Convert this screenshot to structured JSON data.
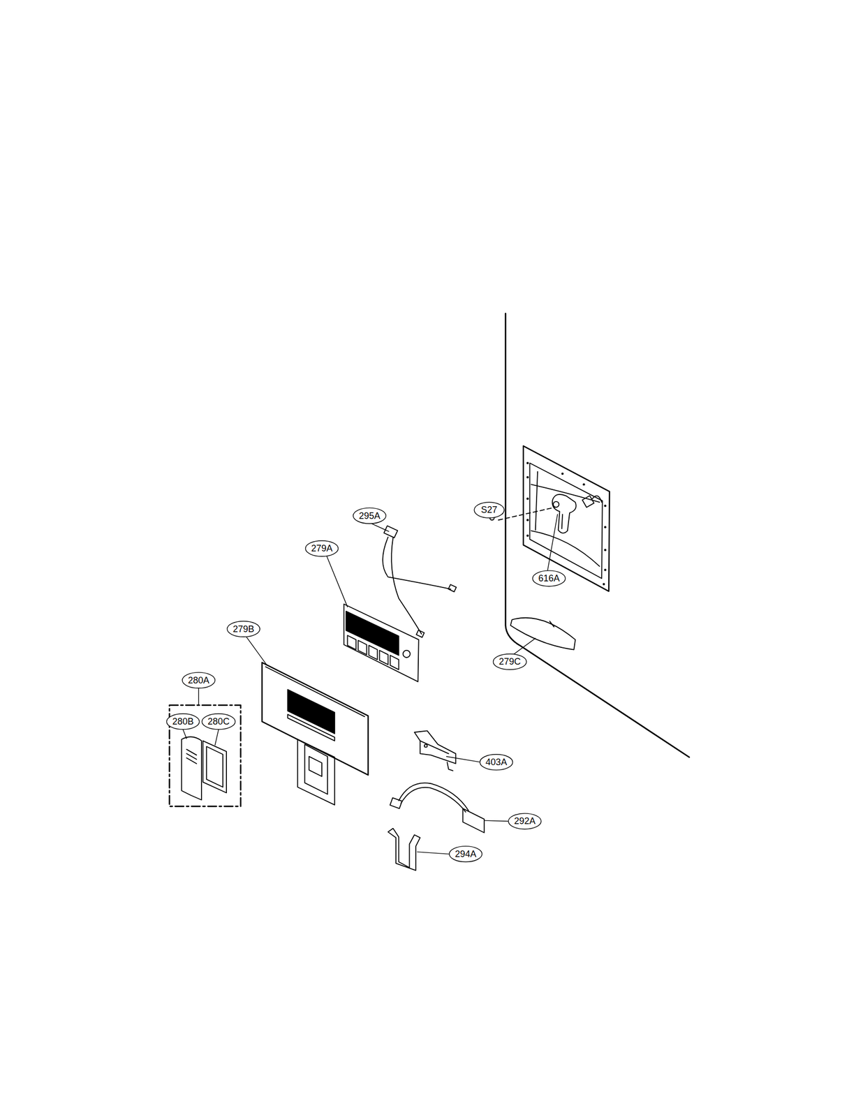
{
  "diagram": {
    "labels": [
      "295A",
      "S27",
      "279A",
      "616A",
      "279B",
      "279C",
      "280A",
      "280B",
      "280C",
      "403A",
      "292A",
      "294A"
    ]
  }
}
